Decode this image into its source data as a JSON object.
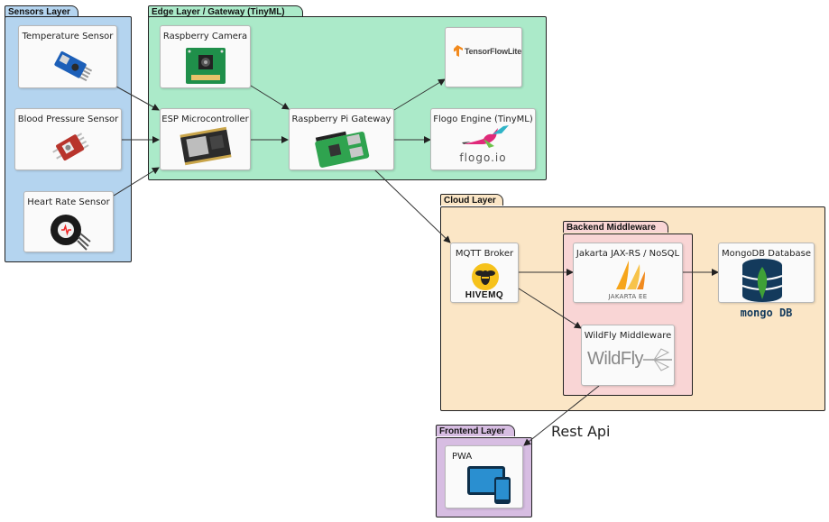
{
  "packages": {
    "sensors": "Sensors Layer",
    "edge": "Edge Layer / Gateway (TinyML)",
    "cloud": "Cloud Layer",
    "backend": "Backend Middleware",
    "frontend": "Frontend Layer"
  },
  "nodes": {
    "temperature": "Temperature Sensor",
    "blood_pressure": "Blood Pressure Sensor",
    "heart_rate": "Heart Rate Sensor",
    "camera": "Raspberry Camera",
    "esp": "ESP Microcontroller",
    "gateway": "Raspberry Pi Gateway",
    "tflite": "",
    "flogo": "Flogo Engine (TinyML)",
    "mqtt": "MQTT Broker",
    "jakarta": "Jakarta JAX-RS / NoSQL",
    "wildfly": "WildFly Middleware",
    "mongodb": "MongoDB Database",
    "pwa": "PWA"
  },
  "logos": {
    "tflite": "TensorFlowLite",
    "flogo": "flogo.io",
    "hivemq": "HIVEMQ",
    "jakarta": "JAKARTA EE",
    "wildfly": "WildFly",
    "mongodb": "mongo DB"
  },
  "edge_labels": {
    "rest_api": "Rest Api"
  },
  "colors": {
    "sensors_bg": "#b4d4ef",
    "edge_bg": "#abeac9",
    "cloud_bg": "#fbe6c6",
    "backend_bg": "#f9d5d5",
    "frontend_bg": "#d7bde2"
  }
}
